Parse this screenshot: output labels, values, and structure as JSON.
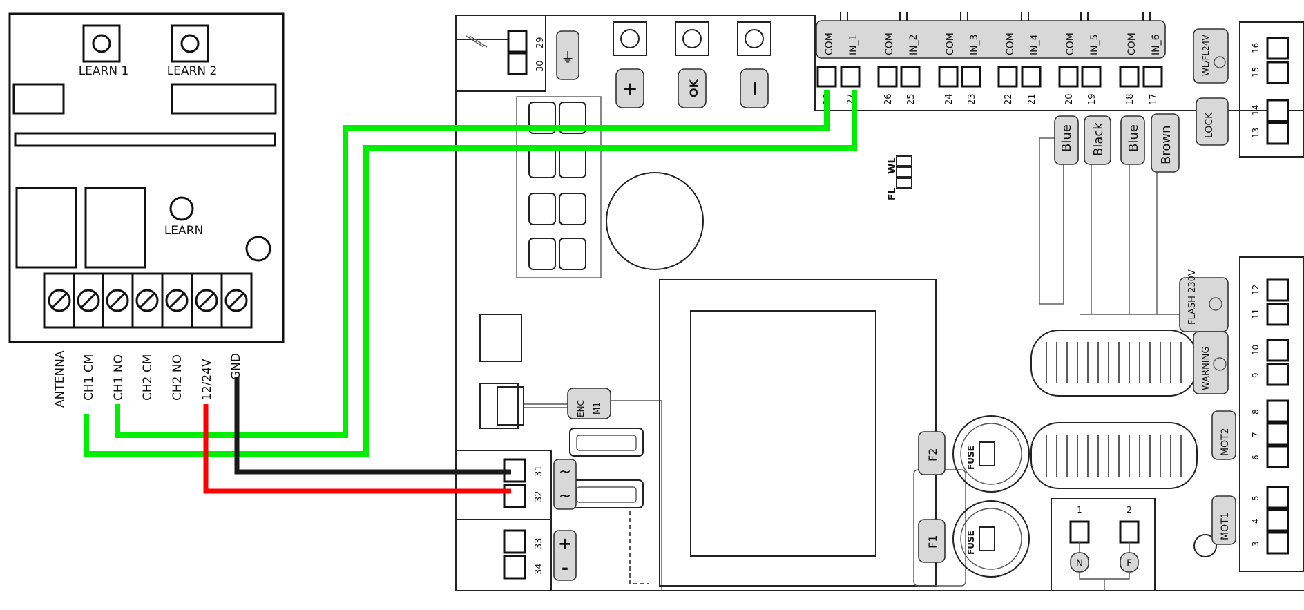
{
  "receiver": {
    "learn_buttons": [
      "LEARN 1",
      "LEARN 2"
    ],
    "learn_label": "LEARN",
    "terminal_labels": [
      "ANTENNA",
      "CH1 CM",
      "CH1 NO",
      "CH2 CM",
      "CH2 NO",
      "12/24V",
      "GND"
    ]
  },
  "board": {
    "antenna_terminals": [
      "29",
      "30"
    ],
    "buttons": [
      "+",
      "OK",
      "—"
    ],
    "inputs": [
      {
        "com": "COM",
        "in": "IN_1",
        "com_num": "28",
        "in_num": "27"
      },
      {
        "com": "COM",
        "in": "IN_2",
        "com_num": "26",
        "in_num": "25"
      },
      {
        "com": "COM",
        "in": "IN_3",
        "com_num": "24",
        "in_num": "23"
      },
      {
        "com": "COM",
        "in": "IN_4",
        "com_num": "22",
        "in_num": "21"
      },
      {
        "com": "COM",
        "in": "IN_5",
        "com_num": "20",
        "in_num": "19"
      },
      {
        "com": "COM",
        "in": "IN_6",
        "com_num": "18",
        "in_num": "17"
      }
    ],
    "wire_color_tags": [
      "Blue",
      "Black",
      "Blue",
      "Brown"
    ],
    "fl_wl": [
      "FL",
      "WL"
    ],
    "enc_label": [
      "ENC",
      "M1"
    ],
    "power_terminals": [
      "31",
      "32"
    ],
    "power_symbols": [
      "~",
      "~"
    ],
    "dc_terminals": [
      "33",
      "34"
    ],
    "dc_symbols": [
      "+",
      "-"
    ],
    "fuse_labels": [
      "F2",
      "F1"
    ],
    "fuse_text": "FUSE",
    "mains_terminals": [
      "1",
      "2"
    ],
    "mains_tags": [
      "N",
      "F"
    ],
    "right_modules": [
      "WL/FL24V",
      "LOCK",
      "FLASH 230V",
      "WARNING",
      "MOT2",
      "MOT1"
    ],
    "right_terminals": [
      "16",
      "15",
      "14",
      "13",
      "12",
      "11",
      "10",
      "9",
      "8",
      "7",
      "6",
      "5",
      "4",
      "3"
    ]
  },
  "wires": {
    "ch1_colour": "#00ee00",
    "gnd_colour": "#1a1a1a",
    "power_colour": "#ff0000"
  }
}
